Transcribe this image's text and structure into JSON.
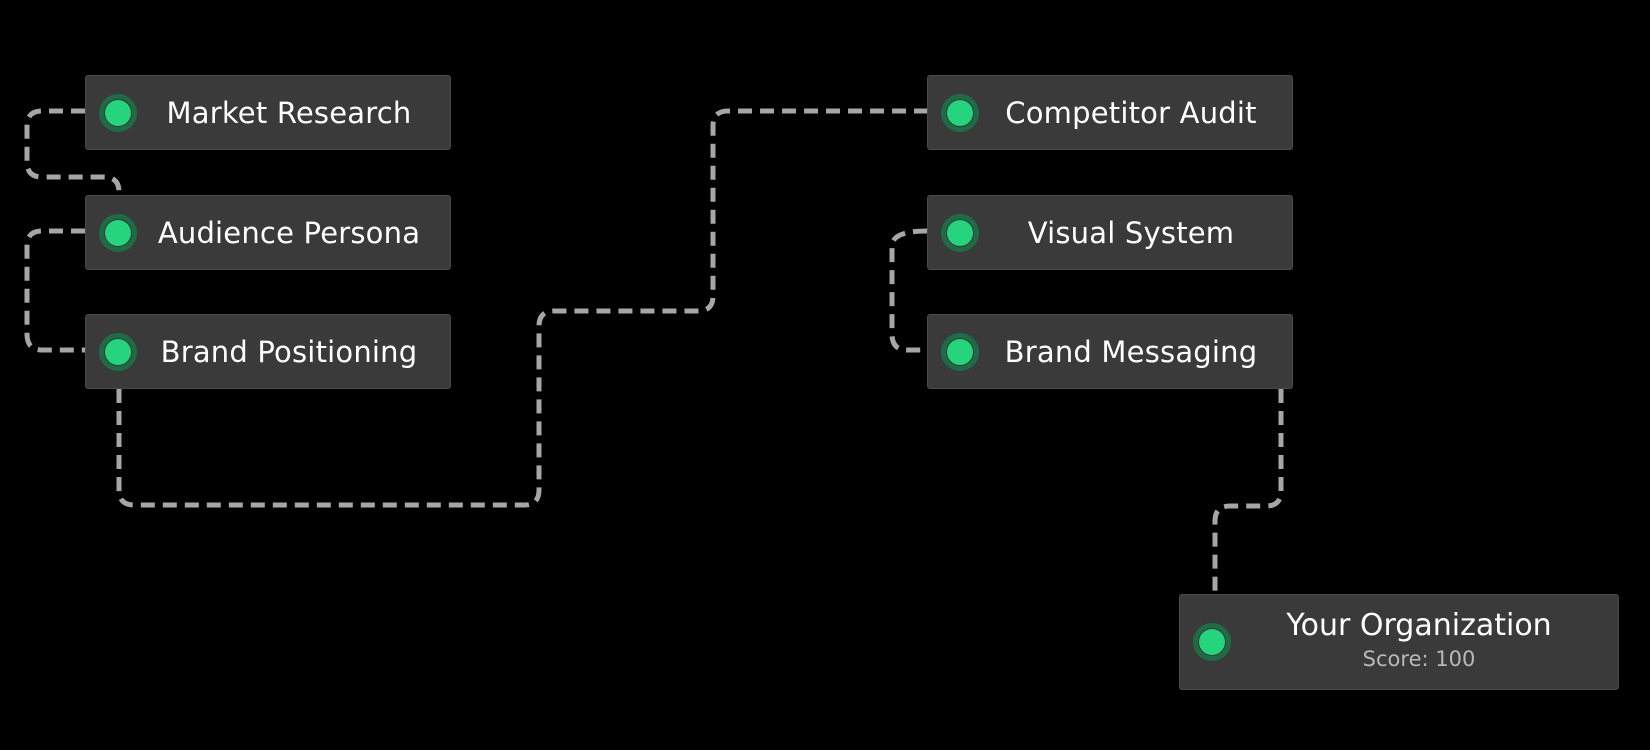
{
  "diagram": {
    "status_color": "#25d47c",
    "status_ring_color": "#1f6b45",
    "connector_color": "#a6a6a6",
    "nodes": {
      "market_research": {
        "label": "Market Research",
        "status": "complete"
      },
      "audience_persona": {
        "label": "Audience Persona",
        "status": "complete"
      },
      "brand_positioning": {
        "label": "Brand Positioning",
        "status": "complete"
      },
      "competitor_audit": {
        "label": "Competitor Audit",
        "status": "complete"
      },
      "visual_system": {
        "label": "Visual System",
        "status": "complete"
      },
      "brand_messaging": {
        "label": "Brand Messaging",
        "status": "complete"
      },
      "your_organization": {
        "label": "Your Organization",
        "score_text": "Score: 100",
        "status": "complete"
      }
    },
    "edges": [
      {
        "from": "market_research",
        "to": "audience_persona"
      },
      {
        "from": "audience_persona",
        "to": "brand_positioning"
      },
      {
        "from": "brand_positioning",
        "to": "competitor_audit"
      },
      {
        "from": "visual_system",
        "to": "brand_messaging"
      },
      {
        "from": "brand_messaging",
        "to": "your_organization"
      }
    ]
  }
}
